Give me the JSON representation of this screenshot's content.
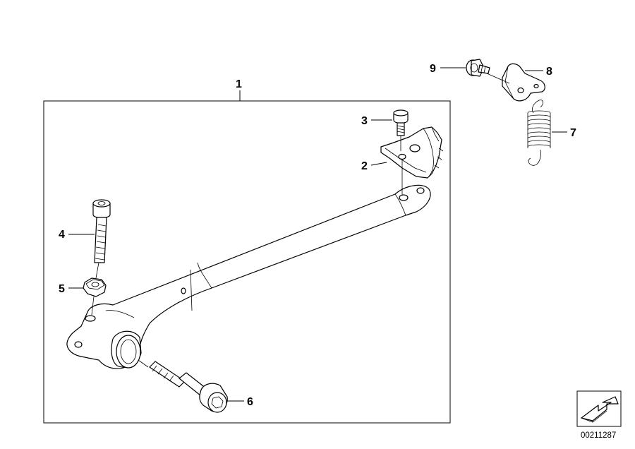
{
  "callouts": [
    {
      "id": "1",
      "label": "1"
    },
    {
      "id": "2",
      "label": "2"
    },
    {
      "id": "3",
      "label": "3"
    },
    {
      "id": "4",
      "label": "4"
    },
    {
      "id": "5",
      "label": "5"
    },
    {
      "id": "6",
      "label": "6"
    },
    {
      "id": "7",
      "label": "7"
    },
    {
      "id": "8",
      "label": "8"
    },
    {
      "id": "9",
      "label": "9"
    }
  ],
  "document_number": "00211287"
}
